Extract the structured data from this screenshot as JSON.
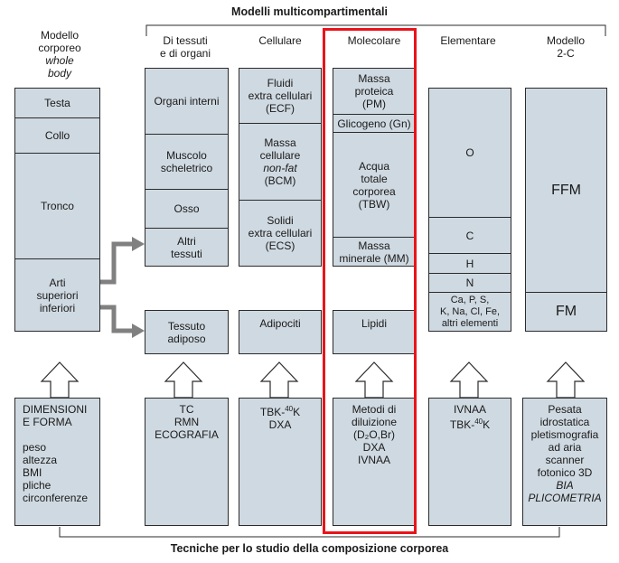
{
  "header": {
    "top_title": "Modelli multicompartimentali",
    "bottom_title": "Tecniche per lo studio della composizione corporea"
  },
  "columns": {
    "whole_body": {
      "heading": [
        "Modello",
        "corporeo"
      ],
      "heading_italic": [
        "whole",
        "body"
      ],
      "items": [
        "Testa",
        "Collo",
        "Tronco",
        "Arti\nsuperiori\ninferiori"
      ],
      "techniques": [
        "DIMENSIONI",
        "E FORMA",
        "",
        "peso",
        "altezza",
        "BMI",
        "pliche",
        "circonferenze"
      ]
    },
    "tissue": {
      "heading": [
        "Di tessuti",
        "e di organi"
      ],
      "items": [
        "Organi interni",
        "Muscolo\nscheletrico",
        "Osso",
        "Altri\ntessuti"
      ],
      "lower": "Tessuto\nadiposo",
      "techniques": [
        "TC",
        "RMN",
        "ECOGRAFIA"
      ]
    },
    "cellular": {
      "heading": [
        "Cellulare"
      ],
      "items_ecf": "Fluidi\nextra cellulari\n(ECF)",
      "items_bcm_a": "Massa\ncellulare",
      "items_bcm_italic": "non-fat",
      "items_bcm_b": "(BCM)",
      "items_ecs": "Solidi\nextra cellulari\n(ECS)",
      "lower": "Adipociti",
      "tech_prefix": "TBK-",
      "tech_sup": "40",
      "tech_suffix": "K",
      "tech_line2": "DXA"
    },
    "molecular": {
      "heading": [
        "Molecolare"
      ],
      "items": [
        "Massa\nproteica\n(PM)",
        "Glicogeno (Gn)",
        "Acqua\ntotale\ncorporea\n(TBW)",
        "Massa\nminerale (MM)"
      ],
      "lower": "Lipidi",
      "techniques": [
        "Metodi di",
        "diluizione",
        "(D₂O,Br)",
        "DXA",
        "IVNAA"
      ]
    },
    "elemental": {
      "heading": [
        "Elementare"
      ],
      "items": [
        "O",
        "C",
        "H",
        "N",
        "Ca, P, S,\nK, Na, Cl, Fe,\naltri elementi"
      ],
      "tech_line1": "IVNAA",
      "tech_prefix": "TBK-",
      "tech_sup": "40",
      "tech_suffix": "K"
    },
    "two_c": {
      "heading": [
        "Modello",
        "2-C"
      ],
      "items": [
        "FFM",
        "FM"
      ],
      "techniques": [
        "Pesata",
        "idrostatica",
        "pletismografia",
        "ad aria",
        "scanner",
        "fotonico 3D"
      ],
      "techniques_italic": [
        "BIA",
        "PLICOMETRIA"
      ]
    }
  },
  "colors": {
    "box_fill": "#cfd9e1",
    "arrow_gray": "#808080",
    "highlight": "#e8141a"
  }
}
